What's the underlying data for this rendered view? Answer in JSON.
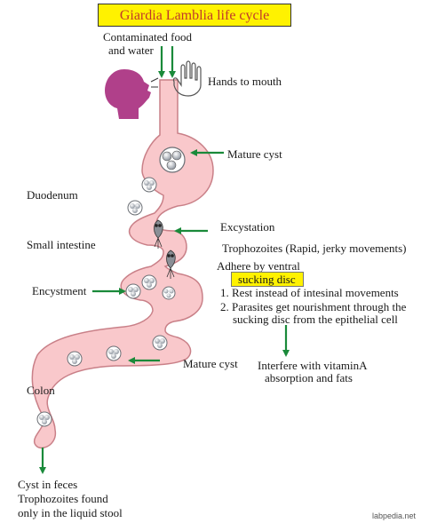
{
  "title": "Giardia Lamblia life cycle",
  "colors": {
    "title_bg": "#fff200",
    "title_text": "#c0392b",
    "tract_fill": "#f9c8cb",
    "tract_stroke": "#c98088",
    "arrow": "#1a8a3a",
    "head": "#b0408a",
    "cyst": "#9aa0a8"
  },
  "labels": {
    "contaminated_line1": "Contaminated food",
    "contaminated_line2": "and water",
    "hands": "Hands to mouth",
    "mature_cyst_top": "Mature cyst",
    "duodenum": "Duodenum",
    "excystation": "Excystation",
    "trophozoites": "Trophozoites (Rapid, jerky movements)",
    "small_intestine": "Small intestine",
    "adhere": "Adhere by ventral",
    "sucking_disc": "sucking disc",
    "encystment": "Encystment",
    "note1": "1. Rest instead of intesinal movements",
    "note2a": "2. Parasites get nourishment through the",
    "note2b": "sucking disc from the epithelial cell",
    "mature_cyst_bottom": "Mature cyst",
    "interfere1": "Interfere with vitaminA",
    "interfere2": "absorption and fats",
    "colon": "Colon",
    "feces1": "Cyst in feces",
    "feces2": "Trophozoites found",
    "feces3": "only in the liquid stool"
  },
  "watermark": "labpedia.net",
  "icons": [
    "head-profile-icon",
    "hand-icon",
    "cyst-icon",
    "trophozoite-icon",
    "arrow-icon"
  ]
}
